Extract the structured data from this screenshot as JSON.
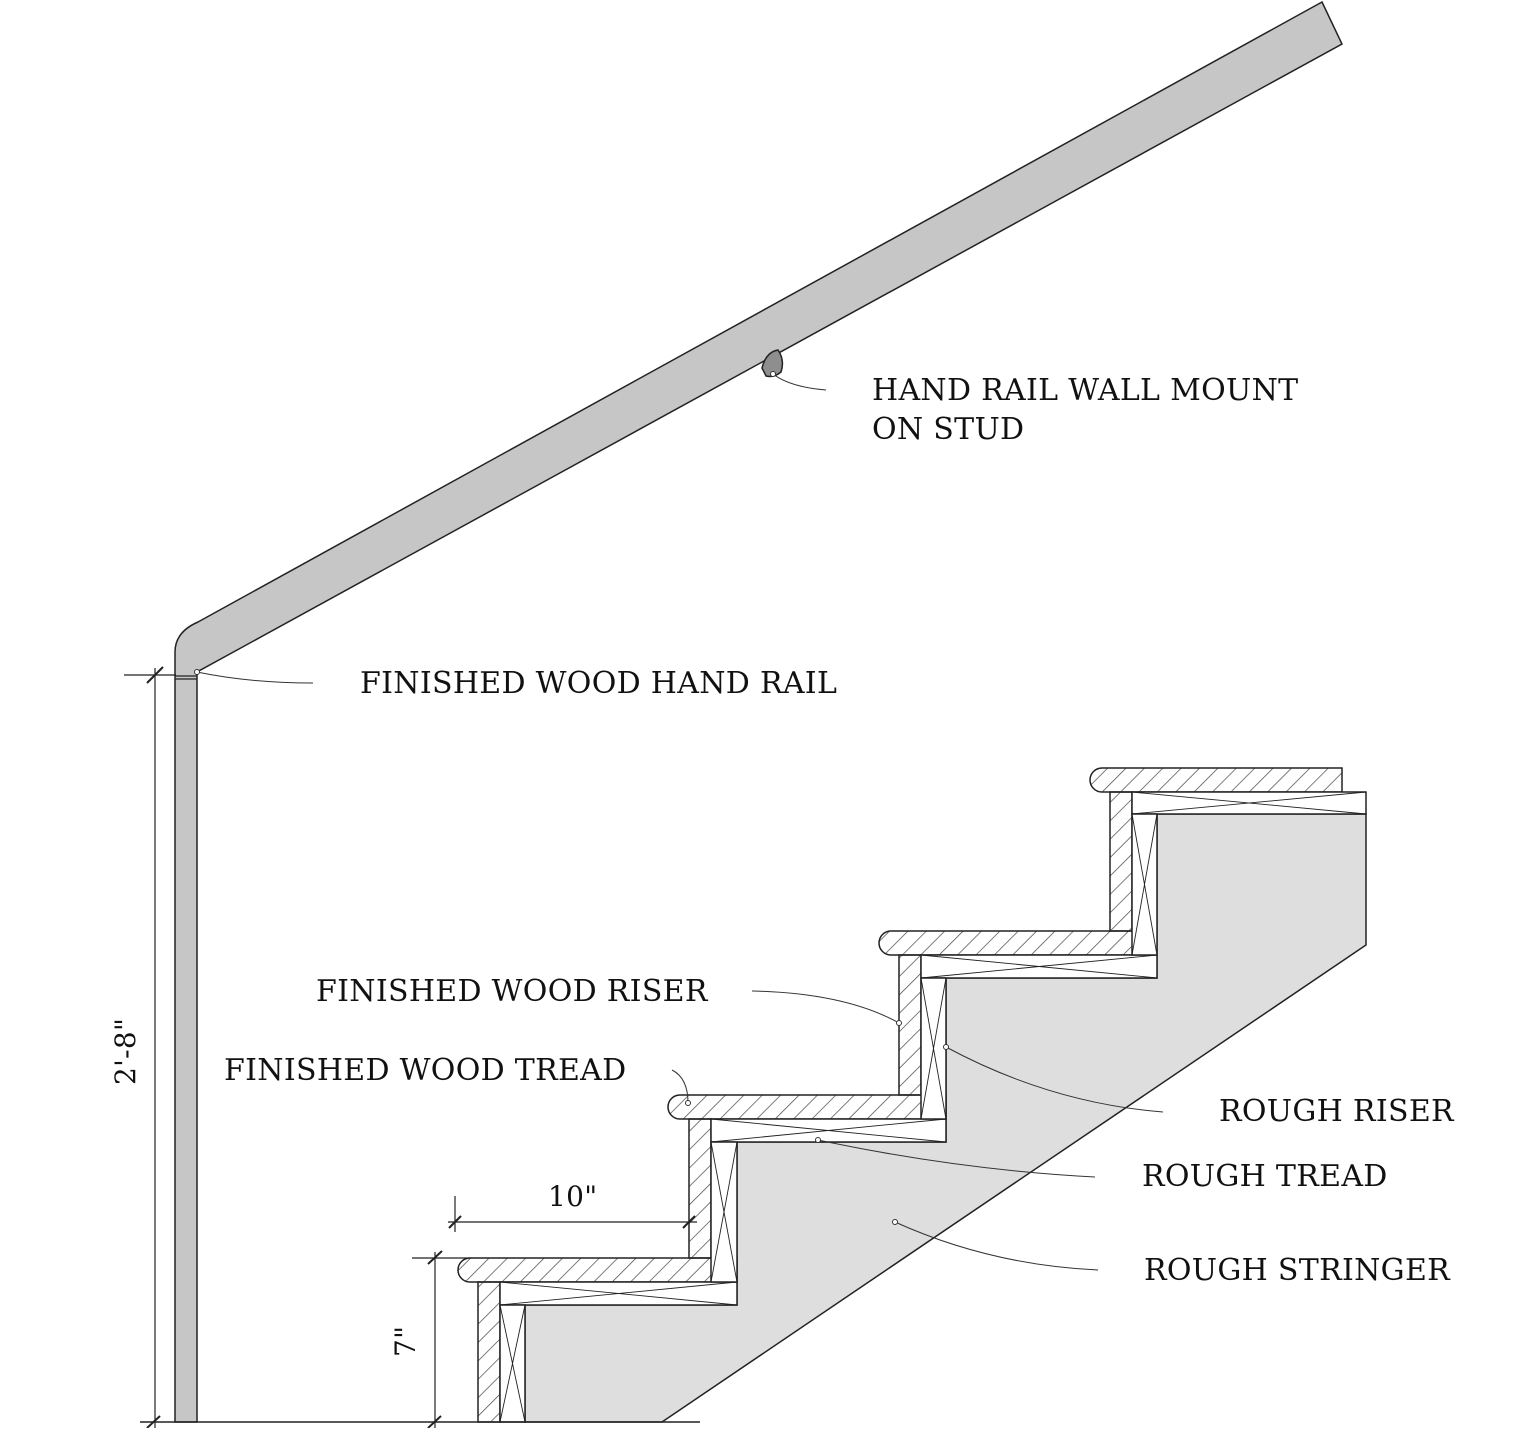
{
  "diagram": {
    "labels": {
      "wall_mount_line1": "HAND RAIL WALL MOUNT",
      "wall_mount_line2": "ON STUD",
      "hand_rail": "FINISHED WOOD HAND RAIL",
      "wood_riser": "FINISHED WOOD RISER",
      "wood_tread": "FINISHED WOOD TREAD",
      "rough_riser": "ROUGH RISER",
      "rough_tread": "ROUGH TREAD",
      "rough_stringer": "ROUGH STRINGER"
    },
    "dimensions": {
      "rail_height": "2'-8\"",
      "tread_depth": "10\"",
      "riser_height": "7\""
    },
    "colors": {
      "rail_fill": "#c6c6c6",
      "stringer_fill": "#dedede",
      "line": "#222222"
    }
  }
}
